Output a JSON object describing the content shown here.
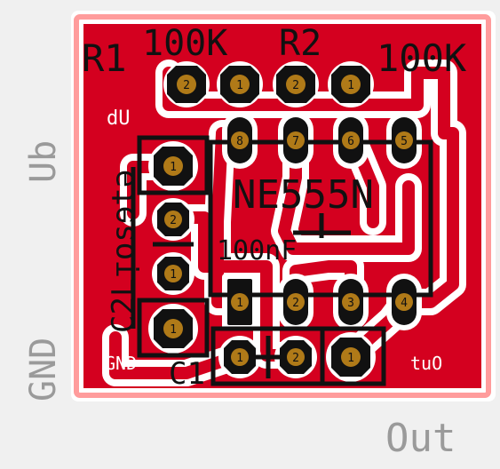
{
  "board": {
    "copper_color": "#d4001f",
    "outline_color": "#ff9c9c",
    "silk_color": "#111111",
    "label_color": "#9a9a9a",
    "pad_color": "#b07a18"
  },
  "labels": {
    "r1_name": "R1",
    "r1_value": "100K",
    "r2_name": "R2",
    "r2_value": "100K",
    "ic_name": "NE555N",
    "cap_value": "100nF",
    "c1_name": "C1",
    "c2_name": "C2",
    "c2_mirrored": "C2Lᴉosɘtə",
    "ub_side": "Ub",
    "gnd_side": "GND",
    "out_side": "Out",
    "ub_copper": "dU",
    "gnd_copper": "GND",
    "out_copper": "tuO"
  },
  "pads": {
    "r1_a": "2",
    "r1_b": "1",
    "r2_a": "2",
    "r2_b": "1",
    "ic_1": "1",
    "ic_2": "2",
    "ic_3": "3",
    "ic_4": "4",
    "ic_5": "5",
    "ic_6": "6",
    "ic_7": "7",
    "ic_8": "8",
    "ub": "1",
    "c2_a": "2",
    "c2_b": "1",
    "gnd": "1",
    "c1_a": "1",
    "c1_b": "2",
    "out": "1"
  }
}
